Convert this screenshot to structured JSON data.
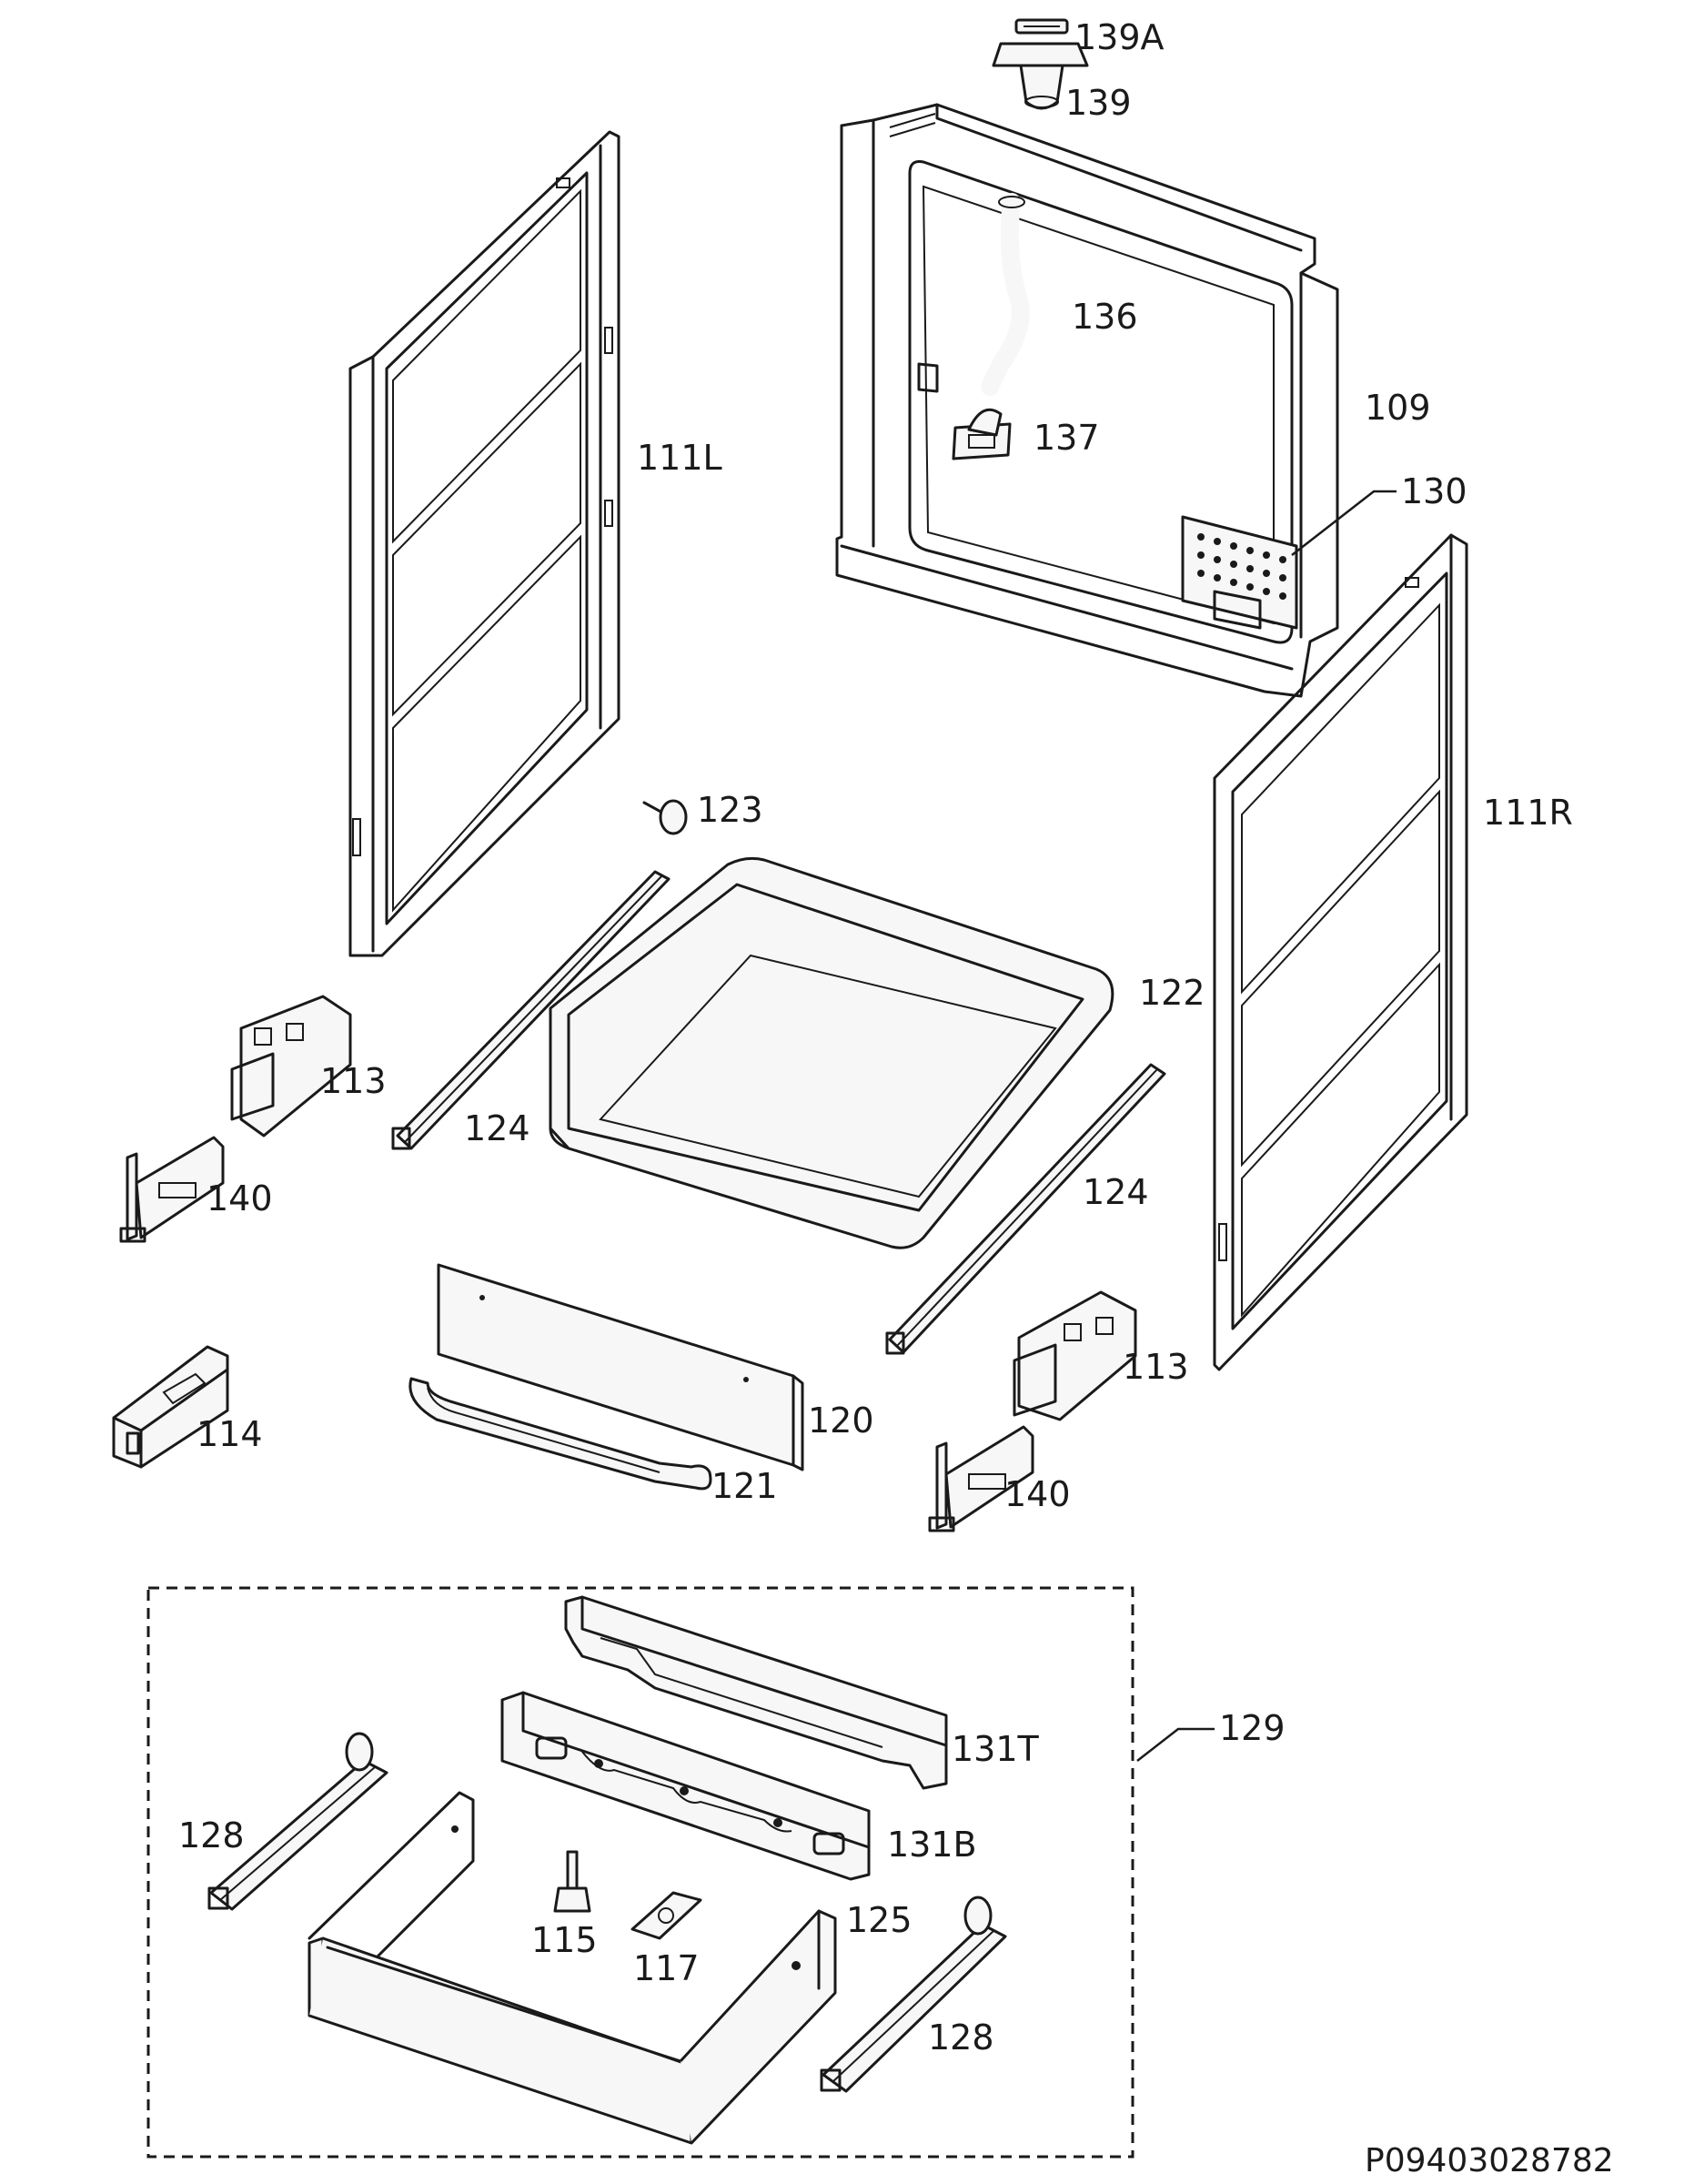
{
  "labels": {
    "p139a": "139A",
    "p139": "139",
    "p136": "136",
    "p109": "109",
    "p137": "137",
    "p130": "130",
    "p111l": "111L",
    "p111r": "111R",
    "p123": "123",
    "p122": "122",
    "p113_left": "113",
    "p124_left": "124",
    "p140_left": "140",
    "p124_right": "124",
    "p113_right": "113",
    "p114": "114",
    "p120": "120",
    "p121": "121",
    "p140_right": "140",
    "p129": "129",
    "p131t": "131T",
    "p131b": "131B",
    "p128_left": "128",
    "p115": "115",
    "p125": "125",
    "p117": "117",
    "p128_right": "128"
  },
  "document_number": "P09403028782"
}
